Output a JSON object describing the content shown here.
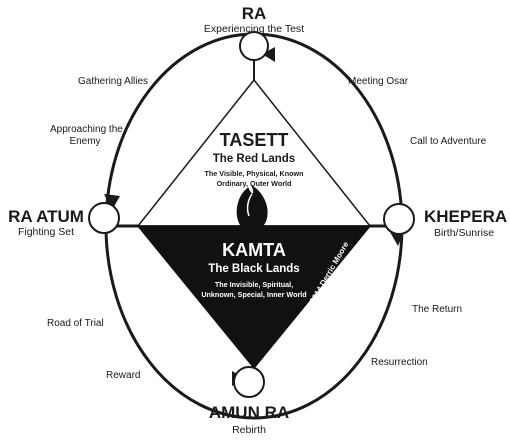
{
  "nodes": {
    "top": {
      "title": "RA",
      "subtitle": "Experiencing the Test"
    },
    "right": {
      "title": "KHEPERA",
      "subtitle": "Birth/Sunrise"
    },
    "bottom": {
      "title": "AMUN RA",
      "subtitle": "Rebirth"
    },
    "left": {
      "title": "RA ATUM",
      "subtitle": "Fighting Set"
    }
  },
  "stages": {
    "meeting_osar": "Meeting Osar",
    "call_to_adventure": "Call to Adventure",
    "the_return": "The Return",
    "resurrection": "Resurrection",
    "reward": "Reward",
    "road_of_trial": "Road of Trial",
    "approaching_line1": "Approaching the",
    "approaching_line2": "Enemy",
    "gathering_allies": "Gathering Allies"
  },
  "upper_triangle": {
    "title": "TASETT",
    "subtitle": "The Red Lands",
    "desc_line1": "The Visible, Physical, Known",
    "desc_line2": "Ordinary, Outer World"
  },
  "lower_triangle": {
    "title": "KAMTA",
    "subtitle": "The Black Lands",
    "desc_line1": "The Invisible,  Spiritual,",
    "desc_line2": "Unknown, Special, Inner  World"
  },
  "copyright": "Copyright 2014 Derric Moore",
  "colors": {
    "ink": "#1a1a1a",
    "paper": "#ffffff"
  }
}
